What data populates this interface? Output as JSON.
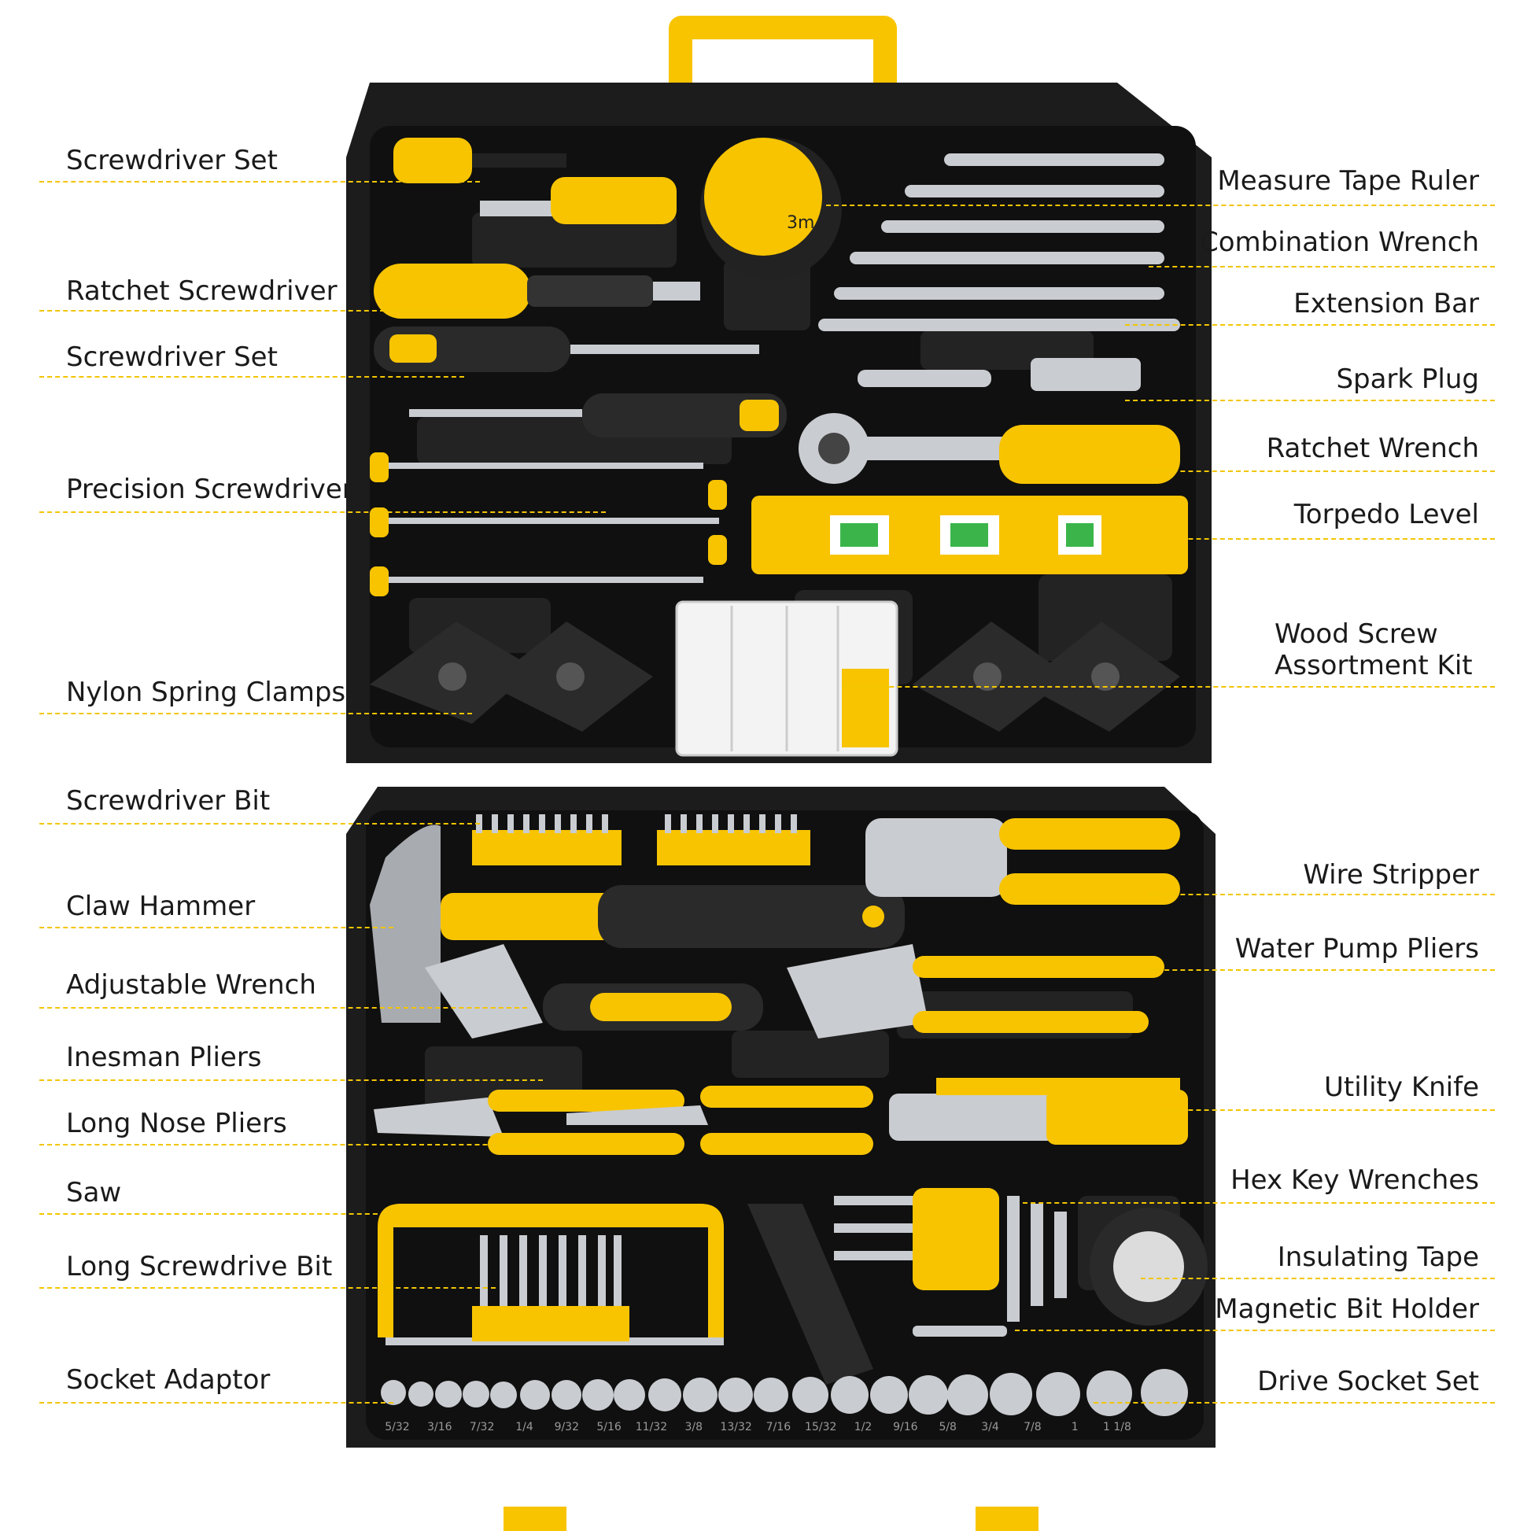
{
  "colors": {
    "case": "#1c1c1c",
    "tray": "#111111",
    "accent": "#f8c400",
    "metal": "#c9ccd0",
    "guide": "#f2c500"
  },
  "labels": {
    "left": [
      "Screwdriver Set",
      "Ratchet Screwdriver",
      "Screwdriver Set",
      "Precision Screwdriver",
      "Nylon Spring Clamps",
      "Screwdriver Bit",
      "Claw Hammer",
      "Adjustable Wrench",
      "Inesman Pliers",
      "Long Nose Pliers",
      "Saw",
      "Long Screwdrive Bit",
      "Socket Adaptor"
    ],
    "right": [
      "Measure Tape Ruler",
      "Combination Wrench",
      "Extension Bar",
      "Spark Plug",
      "Ratchet Wrench",
      "Torpedo Level",
      "Wood Screw Assortment Kit",
      "Wire Stripper",
      "Water Pump Pliers",
      "Utility Knife",
      "Hex Key Wrenches",
      "Insulating Tape",
      "Magnetic Bit Holder",
      "Drive Socket Set"
    ]
  },
  "tape_brand": "3m",
  "socket_sizes": [
    "5/32",
    "3/16",
    "7/32",
    "1/4",
    "9/32",
    "5/16",
    "11/32",
    "3/8",
    "13/32",
    "7/16",
    "15/32",
    "1/2",
    "9/16",
    "5/8",
    "3/4",
    "7/8",
    "1",
    "1 1/8"
  ]
}
